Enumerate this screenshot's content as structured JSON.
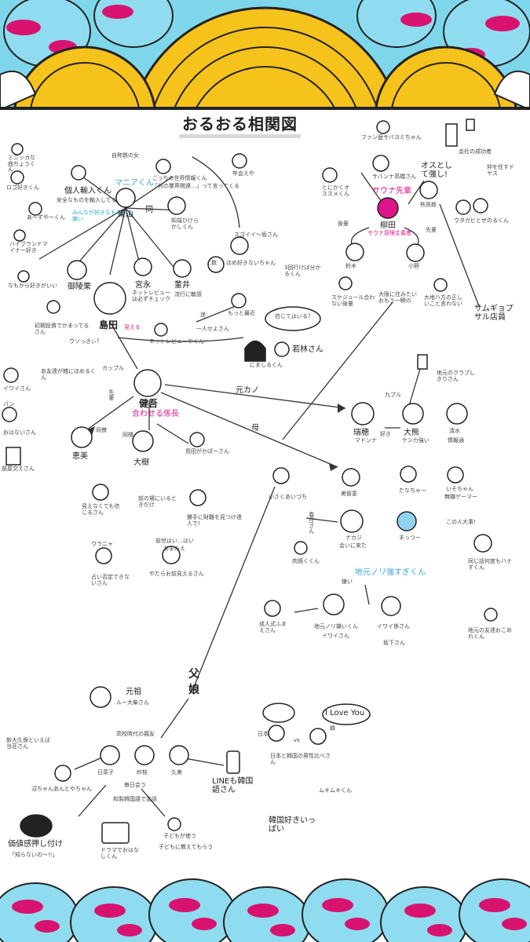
{
  "title": "おるおる相関図",
  "colors": {
    "pink": "#e0148a",
    "blue": "#3aa3d8",
    "sky": "#7ed6ea",
    "yellow": "#f6c21c",
    "magenta": "#d8136f"
  },
  "top_group": {
    "main": [
      "島田",
      "健吾"
    ],
    "shimada_tag": "見える",
    "kengo_tag": "合わせる係長",
    "mania": "マニアくん",
    "mania_note": "みんなが好きなものが大嫌い",
    "higashiyama": "東山",
    "miyanaga": "宮永",
    "miyanaga_note": "ネットレビューは必ずチェック",
    "mizui": "菫井",
    "mizui_note": "流行に敏感",
    "mikasa": "御陵栗",
    "dou": "同",
    "kobuchi": "自称鉄の女",
    "kojin": "個人輸入くん",
    "kojin_note": "安全なものを輸入してる",
    "konashi": "こっちの世界情報くん",
    "konashi_note": "「何の業界関連…」って言ってくる",
    "chishiki": "知識ひけらかしくん",
    "kokusai": "年会えや",
    "gyaru": "スゴイイ〜坂さん",
    "hoshi": "ほめ好きないちゃん",
    "mikado": "ミニッカな曲ちょうくん",
    "rogi": "ロゴ好きくん",
    "ashita": "あ〜ずやーくん",
    "highbrand": "ハイブランドマイナー好き",
    "ageyaku": "なもから好きがいい",
    "hiraku": "初期投資でかまってるさん",
    "uso": "ウソっきぃ？",
    "mottomo": "もっと最近",
    "kanji_three": "3回行けば分かるくん",
    "shinjite": "信じてはいる？",
    "wakabayashi": "若林さん",
    "nishimaru": "にましるくん",
    "ren": "迷",
    "ikuya": "一人せよさん",
    "kaisatsu": "ネットレビューやくん",
    "couple": "カップル",
    "kazu": "数",
    "sempai_label": "先輩",
    "doryo": "同僚"
  },
  "left_col": {
    "iwai": "イワイさん",
    "panjan": "おはないさん",
    "pan": "パン",
    "heya": "部屋交えさん",
    "emi": "恵美",
    "daiki": "大樹",
    "daiki_label": "同棲",
    "kashiwagi": "島田がかぱーさん",
    "mienai": "見えなくても信じるさん",
    "ima": "前の場にいるときだけ",
    "katte": "勝手に財難を見つけ達人で!",
    "uranai": "占い否定できないさん",
    "uranai_tag": "ウラニャ",
    "yatara": "やたらお前見えるさん",
    "zenseki": "前世はい…はい",
    "omie": "あまみえ",
    "kaiteyo": "あ友達が雑にほめるくん"
  },
  "right_top": {
    "fansite": "ファン歴サバヨミちゃん",
    "sauna_tag": "サウナ先輩",
    "sauna_name": "柳田",
    "sauna_motto": "サウナ原理主義者",
    "sabanna": "サバンナ高橋さん",
    "tonikaku": "とにかくオススメくん",
    "osu": "オスとして強し!",
    "kaisha": "会社の成功者",
    "sakura": "仲を任すドヤス",
    "kumakura": "熊鳥郎",
    "utagawa": "ウタガビとぜのるくん",
    "kohai": "後輩",
    "sempai": "先輩",
    "suzuki": "鈴木",
    "ono": "小野",
    "schedule": "スケジュール合わない後輩",
    "kanji_note": "大阪に住みたいおもう一瞬の",
    "daichi": "大地ハ方の正しいこと言わない",
    "samugeta": "サムギョプサル店員"
  },
  "right_mid": {
    "motokan": "元カノ",
    "haha": "母",
    "mizuho": "瑞穂",
    "mizuho_tag": "マドンナ",
    "taku": "大熊",
    "taku_note": "ケンカ強い",
    "kumapuru": "九プル",
    "suki": "好き",
    "chimoto_club": "地元のクラブしきりさん",
    "kiyomizu": "清水",
    "kiyomizu_note": "情報通",
    "miho": "美智恵",
    "tanaka": "たなちゃー",
    "itoyo": "いそちゃん",
    "itoyo_note": "無職ゲーマー",
    "kosaku": "小さくあいづち",
    "kasuga": "春日さん",
    "naka": "ナカジ",
    "naka_note": "会いに来た",
    "niku": "肉焼くくん",
    "maccho": "まっつー",
    "kono": "この人大事!",
    "onaji": "同じ話何度もハナすくん",
    "chimoto_strong": "地元ノリ強すぎくん",
    "seijin": "成人式ふまえさん",
    "chimoto_norikirai": "地元ノリ嫌いくん",
    "iwai2": "イワイさん",
    "iwai_tag": "イワイ係さん",
    "sakashita": "坂下さん",
    "kirai": "嫌い",
    "chimoto_friends": "地元の友達おこめれくん"
  },
  "bottom_group": {
    "chichi": "父",
    "musume": "娘",
    "ganso": "元祖",
    "ganso_name": "ルー大柴さん",
    "koukou": "高校時代の親友",
    "girls": [
      "日菜子",
      "紗枝",
      "久美"
    ],
    "mainichi": "毎日会う",
    "wasei": "和製韓国語で会話",
    "line": "LINEも韓国語さん",
    "shinokubo": "新大久保といえば当荘さん",
    "numa": "沼ちゃんあんとやちゃん",
    "kachikan": "価値感押し付け",
    "shiranai": "「知らないの〜!!」",
    "drama": "ドラマでおはなしくん",
    "kodomo": "子どもが使う",
    "kodomo2": "子どもに教えてもらう",
    "kankoku_suki": "韓国好きいっぱい",
    "nihon": "日本",
    "kankoku": "韓",
    "vs": "vs",
    "iloveyou": "I Love You",
    "nikkan": "日本と韓国の男性比べさん",
    "mukimuki": "ムキムキくん"
  }
}
